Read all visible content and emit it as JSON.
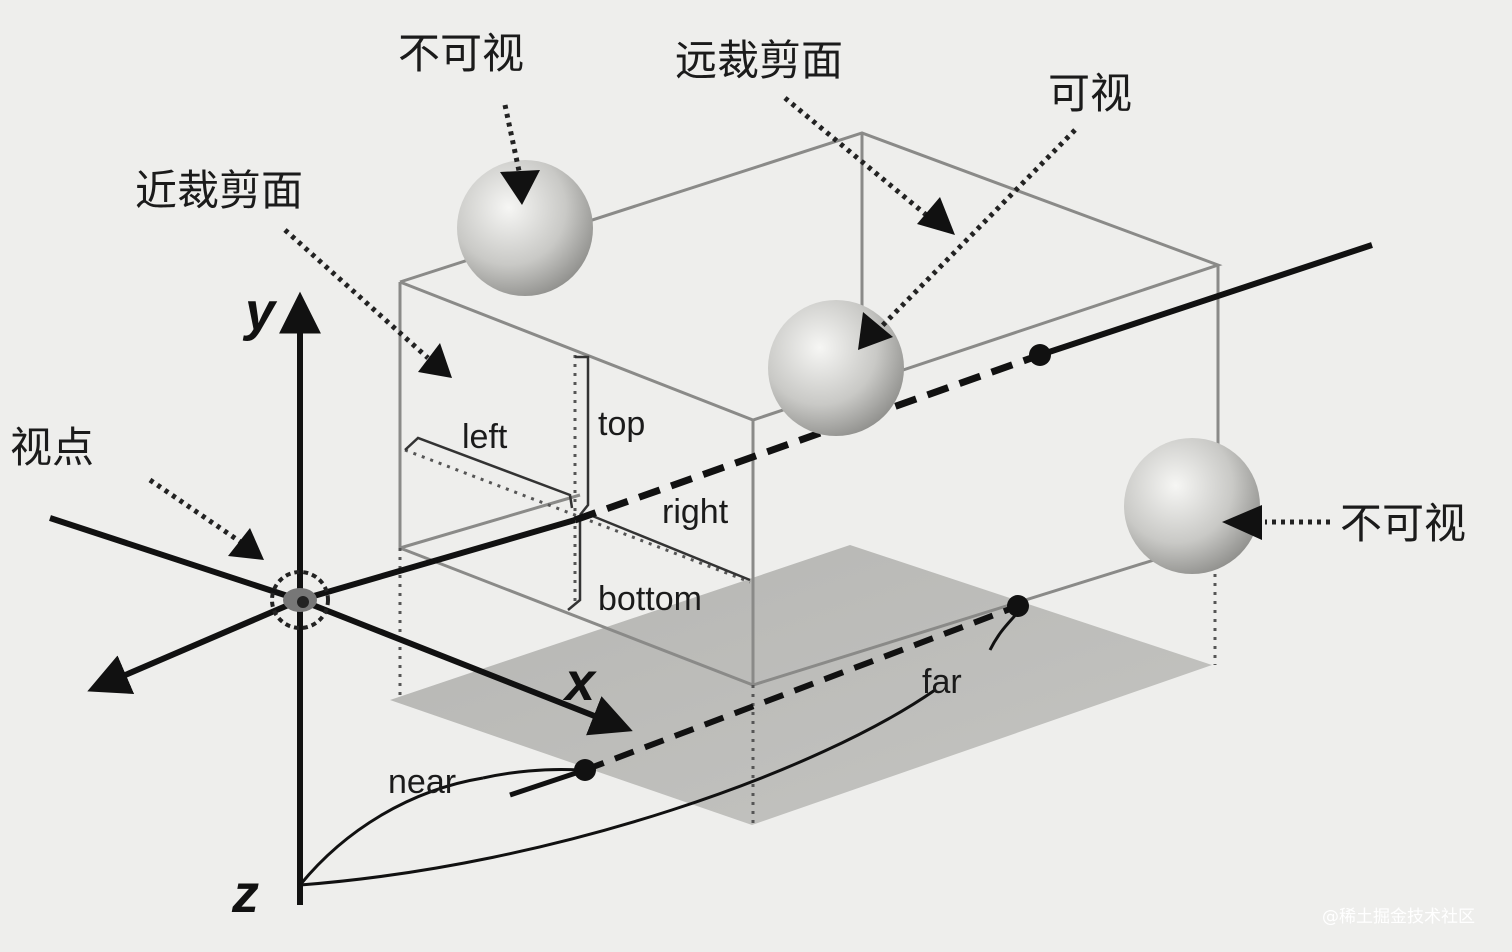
{
  "labels": {
    "invisible_top": "不可视",
    "far_clip_plane": "远裁剪面",
    "visible": "可视",
    "near_clip_plane": "近裁剪面",
    "viewpoint": "视点",
    "invisible_right": "不可视",
    "left": "left",
    "top": "top",
    "right": "right",
    "bottom": "bottom",
    "near": "near",
    "far": "far",
    "axis_x": "x",
    "axis_y": "y",
    "axis_z": "z"
  },
  "watermark": "@稀土掘金技术社区"
}
